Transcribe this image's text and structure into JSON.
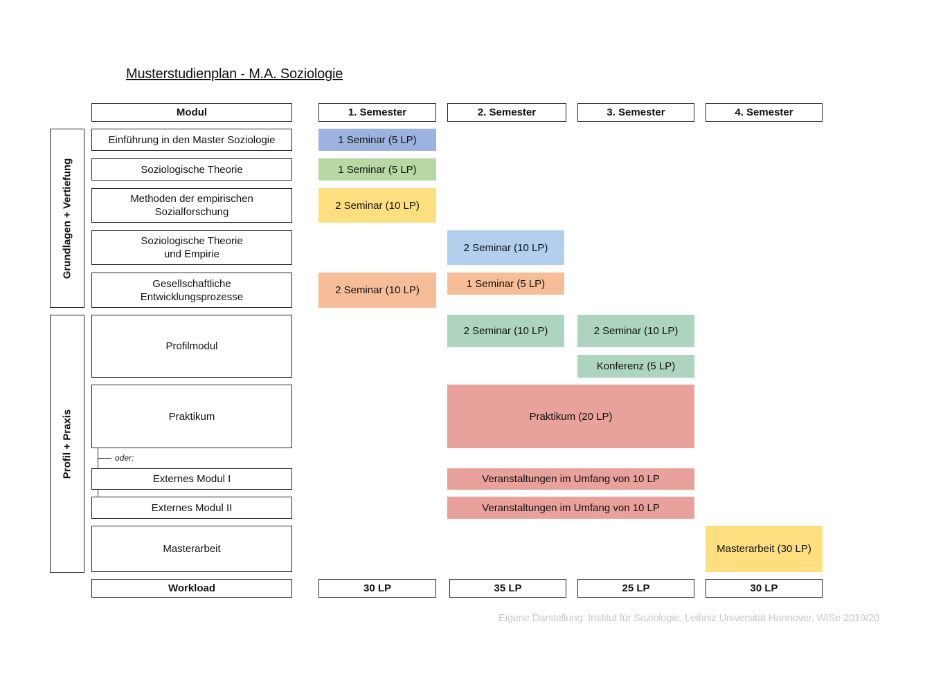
{
  "title": "Musterstudienplan - M.A. Soziologie",
  "header": {
    "modul": "Modul",
    "semesters": [
      "1. Semester",
      "2. Semester",
      "3. Semester",
      "4. Semester"
    ]
  },
  "groups": {
    "grundlagen": "Grundlagen + Vertiefung",
    "profil": "Profil + Praxis"
  },
  "modules": {
    "einfuehrung": "Einführung  in den Master Soziologie",
    "theorie": "Soziologische Theorie",
    "methoden_1": "Methoden der empirischen",
    "methoden_2": "Sozialforschung",
    "theorie_empirie_1": "Soziologische Theorie",
    "theorie_empirie_2": "und Empirie",
    "gesellschaft_1": "Gesellschaftliche",
    "gesellschaft_2": "Entwicklungsprozesse",
    "profilmodul": "Profilmodul",
    "praktikum": "Praktikum",
    "oder": "oder:",
    "externes_1": "Externes Modul I",
    "externes_2": "Externes Modul II",
    "masterarbeit": "Masterarbeit"
  },
  "cells": {
    "einfuehrung_s1": "1 Seminar (5 LP)",
    "theorie_s1": "1 Seminar (5 LP)",
    "methoden_s1": "2 Seminar (10 LP)",
    "theorie_empirie_s2": "2 Seminar (10 LP)",
    "gesellschaft_s1": "2 Seminar (10 LP)",
    "gesellschaft_s2": "1 Seminar (5 LP)",
    "profil_s2": "2 Seminar (10 LP)",
    "profil_s3": "2 Seminar (10 LP)",
    "konferenz_s3": "Konferenz  (5 LP)",
    "praktikum_s23": "Praktikum (20 LP)",
    "externes_1_s23": "Veranstaltungen  im Umfang von 10 LP",
    "externes_2_s23": "Veranstaltungen  im Umfang von 10 LP",
    "masterarbeit_s4": "Masterarbeit (30 LP)"
  },
  "workload": {
    "label": "Workload",
    "values": [
      "30 LP",
      "35 LP",
      "25 LP",
      "30 LP"
    ]
  },
  "source": "Eigene Darstellung: Institut für Soziologie, Leibniz Universität Hannover, WiSe 2019/20",
  "colors": {
    "blue_dark": "#9bb3de",
    "green": "#b7d7a3",
    "yellow": "#fedf80",
    "blue_light": "#b2cfee",
    "orange": "#f5be99",
    "teal": "#add4bf",
    "red": "#e8a19b"
  }
}
